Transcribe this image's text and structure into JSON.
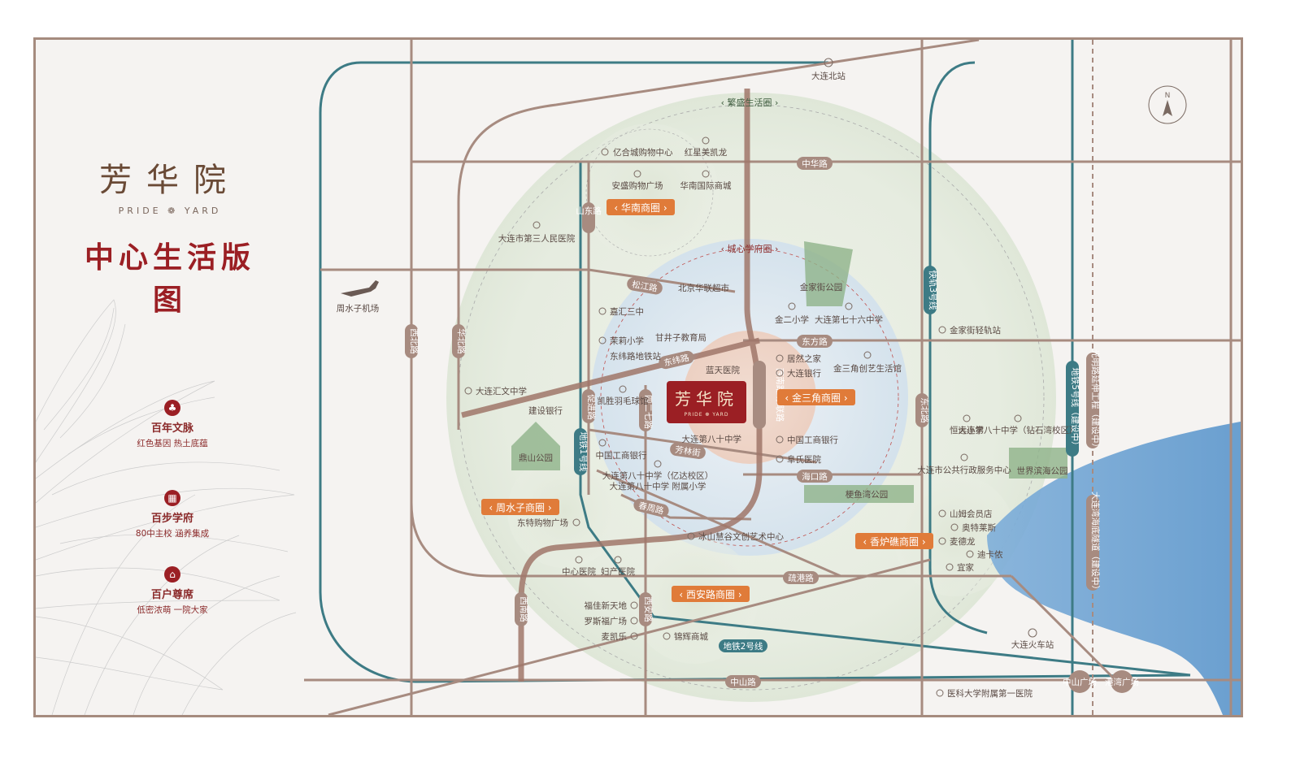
{
  "brand": {
    "title": "芳华院",
    "subtitle": "PRIDE ❁ YARD",
    "map_title": "中心生活版图"
  },
  "features": [
    {
      "title": "百年文脉",
      "subtitle": "红色基因  热土底蕴",
      "icon": "tree-icon"
    },
    {
      "title": "百步学府",
      "subtitle": "80中主校  涵养集成",
      "icon": "school-icon"
    },
    {
      "title": "百户尊席",
      "subtitle": "低密浓萌  一院大家",
      "icon": "house-icon"
    }
  ],
  "center_badge": {
    "title": "芳华院",
    "subtitle": "PRIDE ❁ YARD"
  },
  "circles": {
    "outer": "繁盛生活圈",
    "school": "城心学府圈"
  },
  "zones": [
    {
      "id": "huanan",
      "label": "华南商圈"
    },
    {
      "id": "jinsanjiao",
      "label": "金三角商圈"
    },
    {
      "id": "zhoushuizi",
      "label": "周水子商圈"
    },
    {
      "id": "xianlu",
      "label": "西安路商圈"
    },
    {
      "id": "xianglujiao",
      "label": "香炉礁商圈"
    }
  ],
  "roads": {
    "zhonghua": "中华路",
    "shandong": "山东路",
    "songjiang": "松江路",
    "dongwei": "东纬路",
    "dongfang": "东方路",
    "xinan_donglian": "西南路/东联路",
    "xinan_left": "西南路",
    "cujin": "促进路",
    "sierqi": "四二七路",
    "fanglin": "芳林街",
    "chunzhou": "春周路",
    "haikou": "海口路",
    "shugang": "疏港路",
    "zhongshan": "中山路",
    "xian": "西安路",
    "xibei": "西北路",
    "huabei": "华北路",
    "dongbei": "东北路",
    "metro1": "地铁1号线",
    "metro2": "地铁2号线",
    "metro3": "快轨3号线",
    "metro5": "地铁5号线（建设中）",
    "guangming": "光明路延伸工程（建设中）",
    "tunnel": "大连湾海底隧道（建设中）",
    "zhongshan_sq": "中山广场",
    "gangwan_sq": "港湾广场"
  },
  "pois": {
    "dalian_north": "大连北站",
    "airport": "周水子机场",
    "yihe": "亿合城购物中心",
    "hongxing": "红星美凯龙",
    "ansheng": "安盛购物广场",
    "huanan_mall": "华南国际商城",
    "hospital3": "大连市第三人民医院",
    "beijing_hualian": "北京华联超市",
    "jiahui": "嘉汇三中",
    "molihua": "茉莉小学",
    "dongwei_station": "东纬路地铁站",
    "ganjingzi_edu": "甘井子教育局",
    "kaisheng": "凯胜羽毛球馆",
    "huiwen": "大连汇文中学",
    "ccb": "建设银行",
    "dingshan": "鼎山公园",
    "icbc1": "中国工商银行",
    "school80_yida": "大连第八十中学（亿达校区）",
    "school80_primary": "大连第八十中学 附属小学",
    "dongte": "东特购物广场",
    "lantian": "蓝天医院",
    "juran": "居然之家",
    "dalian_bank": "大连银行",
    "jin_art": "金三角创艺生活馆",
    "jinjia_park": "金家街公园",
    "jin2": "金二小学",
    "school76": "大连第七十六中学",
    "school80": "大连第八十中学",
    "icbc2": "中国工商银行",
    "fushi": "阜氏医院",
    "gengyu": "梗鱼湾公园",
    "jinjia_station": "金家街轻轨站",
    "hengyuan": "恒远小学",
    "school80_shw": "大连第八十中学（钻石湾校区）",
    "gov_center": "大连市公共行政服务中心",
    "coast_park": "世界滨海公园",
    "sams": "山姆会员店",
    "outlets": "奥特莱斯",
    "mcd1": "麦德龙",
    "decathlon": "迪卡侬",
    "ikea": "宜家",
    "bingshan": "冰山慧谷文创艺术中心",
    "center_hosp": "中心医院",
    "maternity": "妇产医院",
    "fujia": "福佳新天地",
    "roosevelt": "罗斯福广场",
    "mcd2": "麦凯乐",
    "jinhui": "锦辉商城",
    "dalian_station": "大连火车站",
    "medical_uni": "医科大学附属第一医院"
  },
  "colors": {
    "road": "#a78b80",
    "metro": "#3d7b85",
    "accent": "#9b1f24",
    "zone": "#e07b39",
    "park": "#8fb38a",
    "sea": "#5b9bd5"
  }
}
